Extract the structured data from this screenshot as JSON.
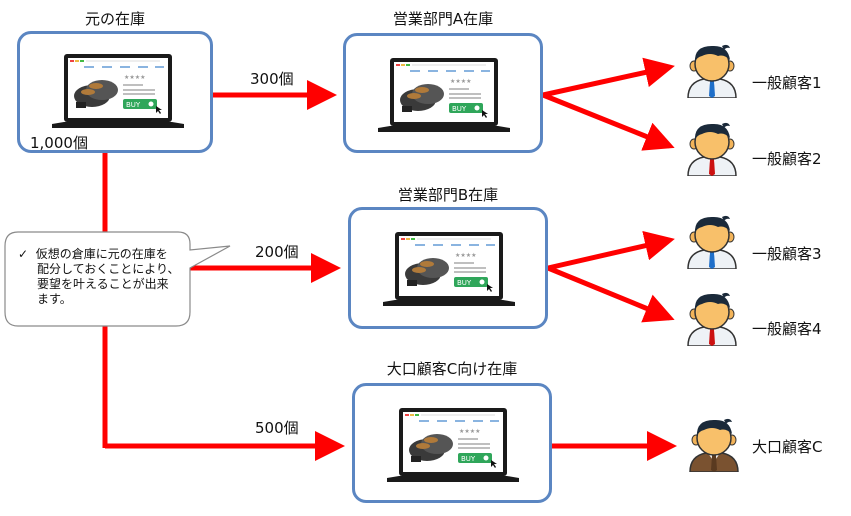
{
  "colors": {
    "arrow": "#ff0000",
    "box_border": "#5b86c2",
    "buy_button": "#2fa65a",
    "tie_blue": "#1f6fc9",
    "tie_red": "#cc1111",
    "suit_brown": "#7a5230"
  },
  "source": {
    "title": "元の在庫",
    "quantity": "1,000個"
  },
  "warehouses": [
    {
      "title": "営業部門A在庫",
      "allocation": "300個"
    },
    {
      "title": "営業部門B在庫",
      "allocation": "200個"
    },
    {
      "title": "大口顧客C向け在庫",
      "allocation": "500個"
    }
  ],
  "laptop": {
    "buy_label": "BUY",
    "rating": "★★★★"
  },
  "customers": [
    {
      "label": "一般顧客1",
      "icon": "person-blue-tie-icon"
    },
    {
      "label": "一般顧客2",
      "icon": "person-red-tie-icon"
    },
    {
      "label": "一般顧客3",
      "icon": "person-blue-tie-icon"
    },
    {
      "label": "一般顧客4",
      "icon": "person-red-tie-icon"
    },
    {
      "label": "大口顧客C",
      "icon": "person-brown-suit-icon"
    }
  ],
  "callout": {
    "bullet": "✓",
    "lines": [
      "仮想の倉庫に元の在庫を",
      "配分しておくことにより、",
      "要望を叶えることが出来",
      "ます。"
    ]
  }
}
